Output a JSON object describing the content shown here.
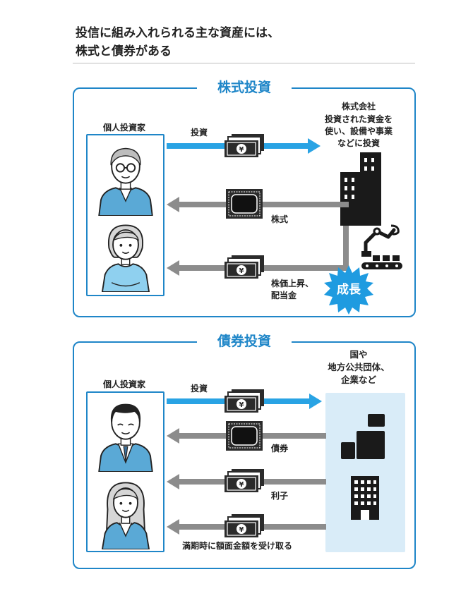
{
  "heading": {
    "line1": "投信に組み入れられる主な資産には、",
    "line2": "株式と債券がある"
  },
  "stock_panel": {
    "title": "株式投資",
    "investor_label": "個人投資家",
    "company_label": "株式会社",
    "company_desc": [
      "投資された資金を",
      "使い、設備や事業",
      "などに投資"
    ],
    "flow_invest": "投資",
    "flow_stock": "株式",
    "flow_return": [
      "株価上昇、",
      "配当金"
    ],
    "growth": "成長"
  },
  "bond_panel": {
    "title": "債券投資",
    "investor_label": "個人投資家",
    "issuer_label": [
      "国や",
      "地方公共団体、",
      "企業など"
    ],
    "flow_invest": "投資",
    "flow_bond": "債券",
    "flow_interest": "利子",
    "flow_redeem": "満期時に額面金額を受け取る"
  },
  "icons": {
    "money": "yen-banknote-icon",
    "certificate": "certificate-icon",
    "building": "office-building-icon",
    "factory": "factory-robot-arm-icon",
    "blocks": "asset-blocks-icon"
  },
  "colors": {
    "accent": "#1f86c8",
    "arrow_blue": "#29a3e4",
    "arrow_gray": "#8c8c8c",
    "light_blue_box": "#d9ecf8",
    "shirt_blue": "#5aa9d6"
  }
}
